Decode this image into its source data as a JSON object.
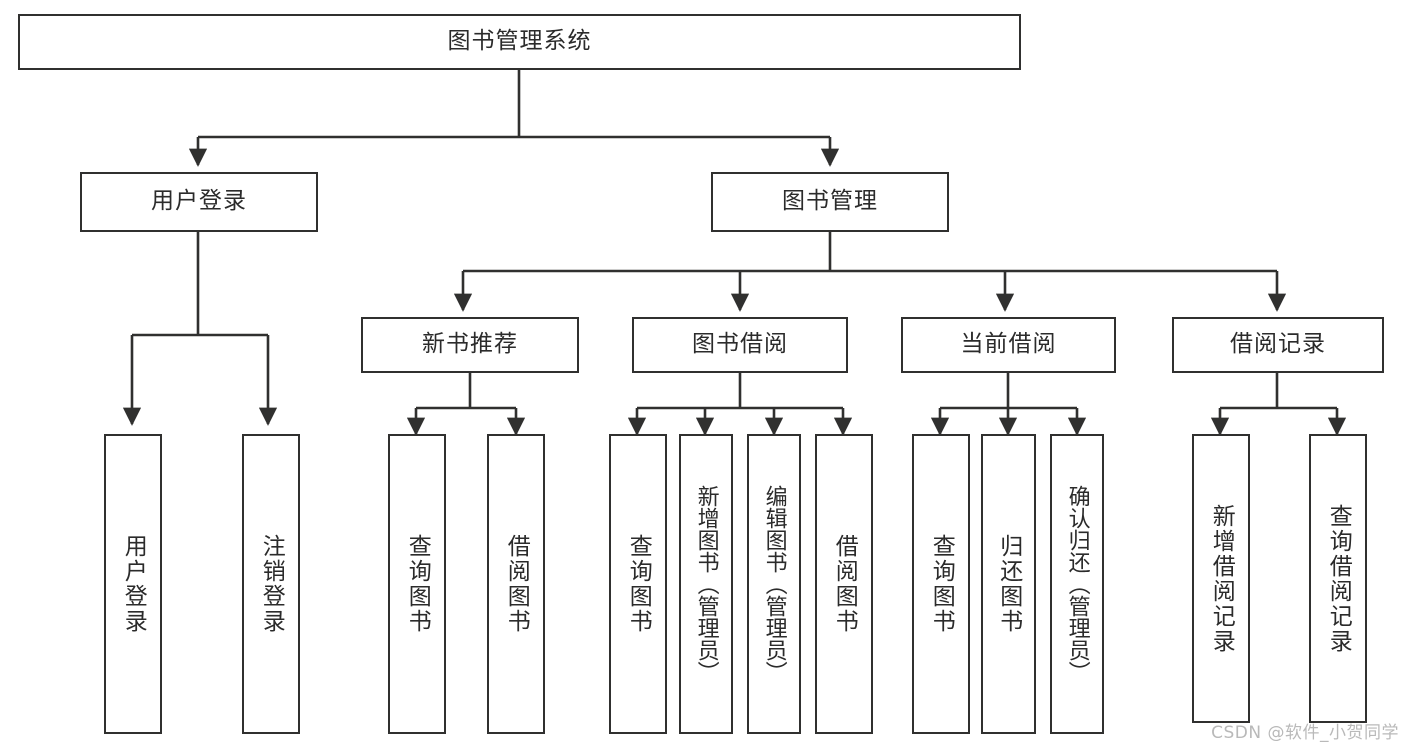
{
  "diagram": {
    "type": "tree",
    "title": "图书管理系统",
    "watermark": "CSDN @软件_小贺同学",
    "colors": {
      "background": "#ffffff",
      "border": "#30302f",
      "text": "#2b2b2b",
      "watermark": "#b9b9b9"
    },
    "nodes": {
      "root": "图书管理系统",
      "level1": [
        "用户登录",
        "图书管理"
      ],
      "level2": [
        "新书推荐",
        "图书借阅",
        "当前借阅",
        "借阅记录"
      ],
      "leaves": {
        "user_login": [
          "用户登录",
          "注销登录"
        ],
        "new_book": [
          "查询图书",
          "借阅图书"
        ],
        "borrow_book": [
          "查询图书",
          "新增图书（管理员）",
          "编辑图书（管理员）",
          "借阅图书"
        ],
        "current_borrow": [
          "查询图书",
          "归还图书",
          "确认归还（管理员）"
        ],
        "borrow_record": [
          "新增借阅记录",
          "查询借阅记录"
        ]
      }
    }
  }
}
